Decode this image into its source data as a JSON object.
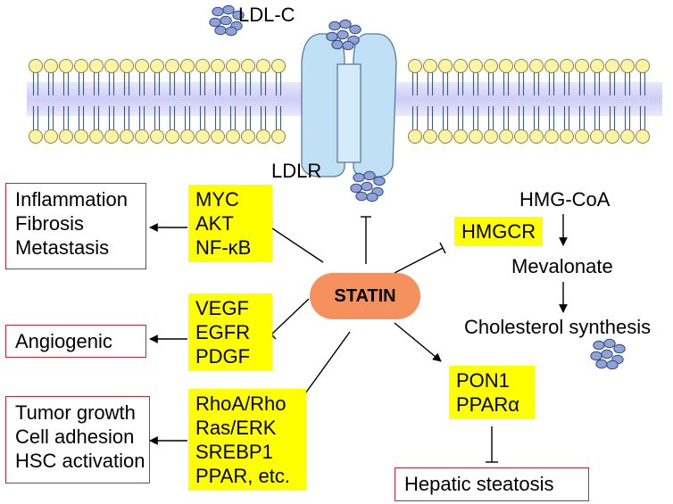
{
  "membrane": {
    "labels": {
      "ldl": "LDL-C",
      "receptor": "LDLR"
    }
  },
  "center": {
    "label": "STATIN"
  },
  "groups": {
    "inflammation": {
      "targets": [
        "MYC",
        "AKT",
        "NF-κB"
      ],
      "outcomes": [
        "Inflammation",
        "Fibrosis",
        "Metastasis"
      ]
    },
    "angiogenesis": {
      "targets": [
        "VEGF",
        "EGFR",
        "PDGF"
      ],
      "outcomes": [
        "Angiogenic"
      ]
    },
    "tumor": {
      "targets": [
        "RhoA/Rho",
        "Ras/ERK",
        "SREBP1",
        "PPAR, etc."
      ],
      "outcomes": [
        "Tumor growth",
        "Cell adhesion",
        "HSC activation"
      ]
    },
    "liver": {
      "targets": [
        "PON1",
        "PPARα"
      ],
      "outcomes": [
        "Hepatic steatosis"
      ]
    }
  },
  "pathway": {
    "start": "HMG-CoA",
    "enzyme": "HMGCR",
    "intermediate": "Mevalonate",
    "end": "Cholesterol synthesis"
  },
  "colors": {
    "target_fill": "#ffff00",
    "outcome_border": "#c0283a",
    "statin_fill": "#f5915e",
    "receptor_fill": "#bfe0f5",
    "ldl_fill": "#8fa3d8",
    "lipid_head": "#fbf4a5"
  }
}
